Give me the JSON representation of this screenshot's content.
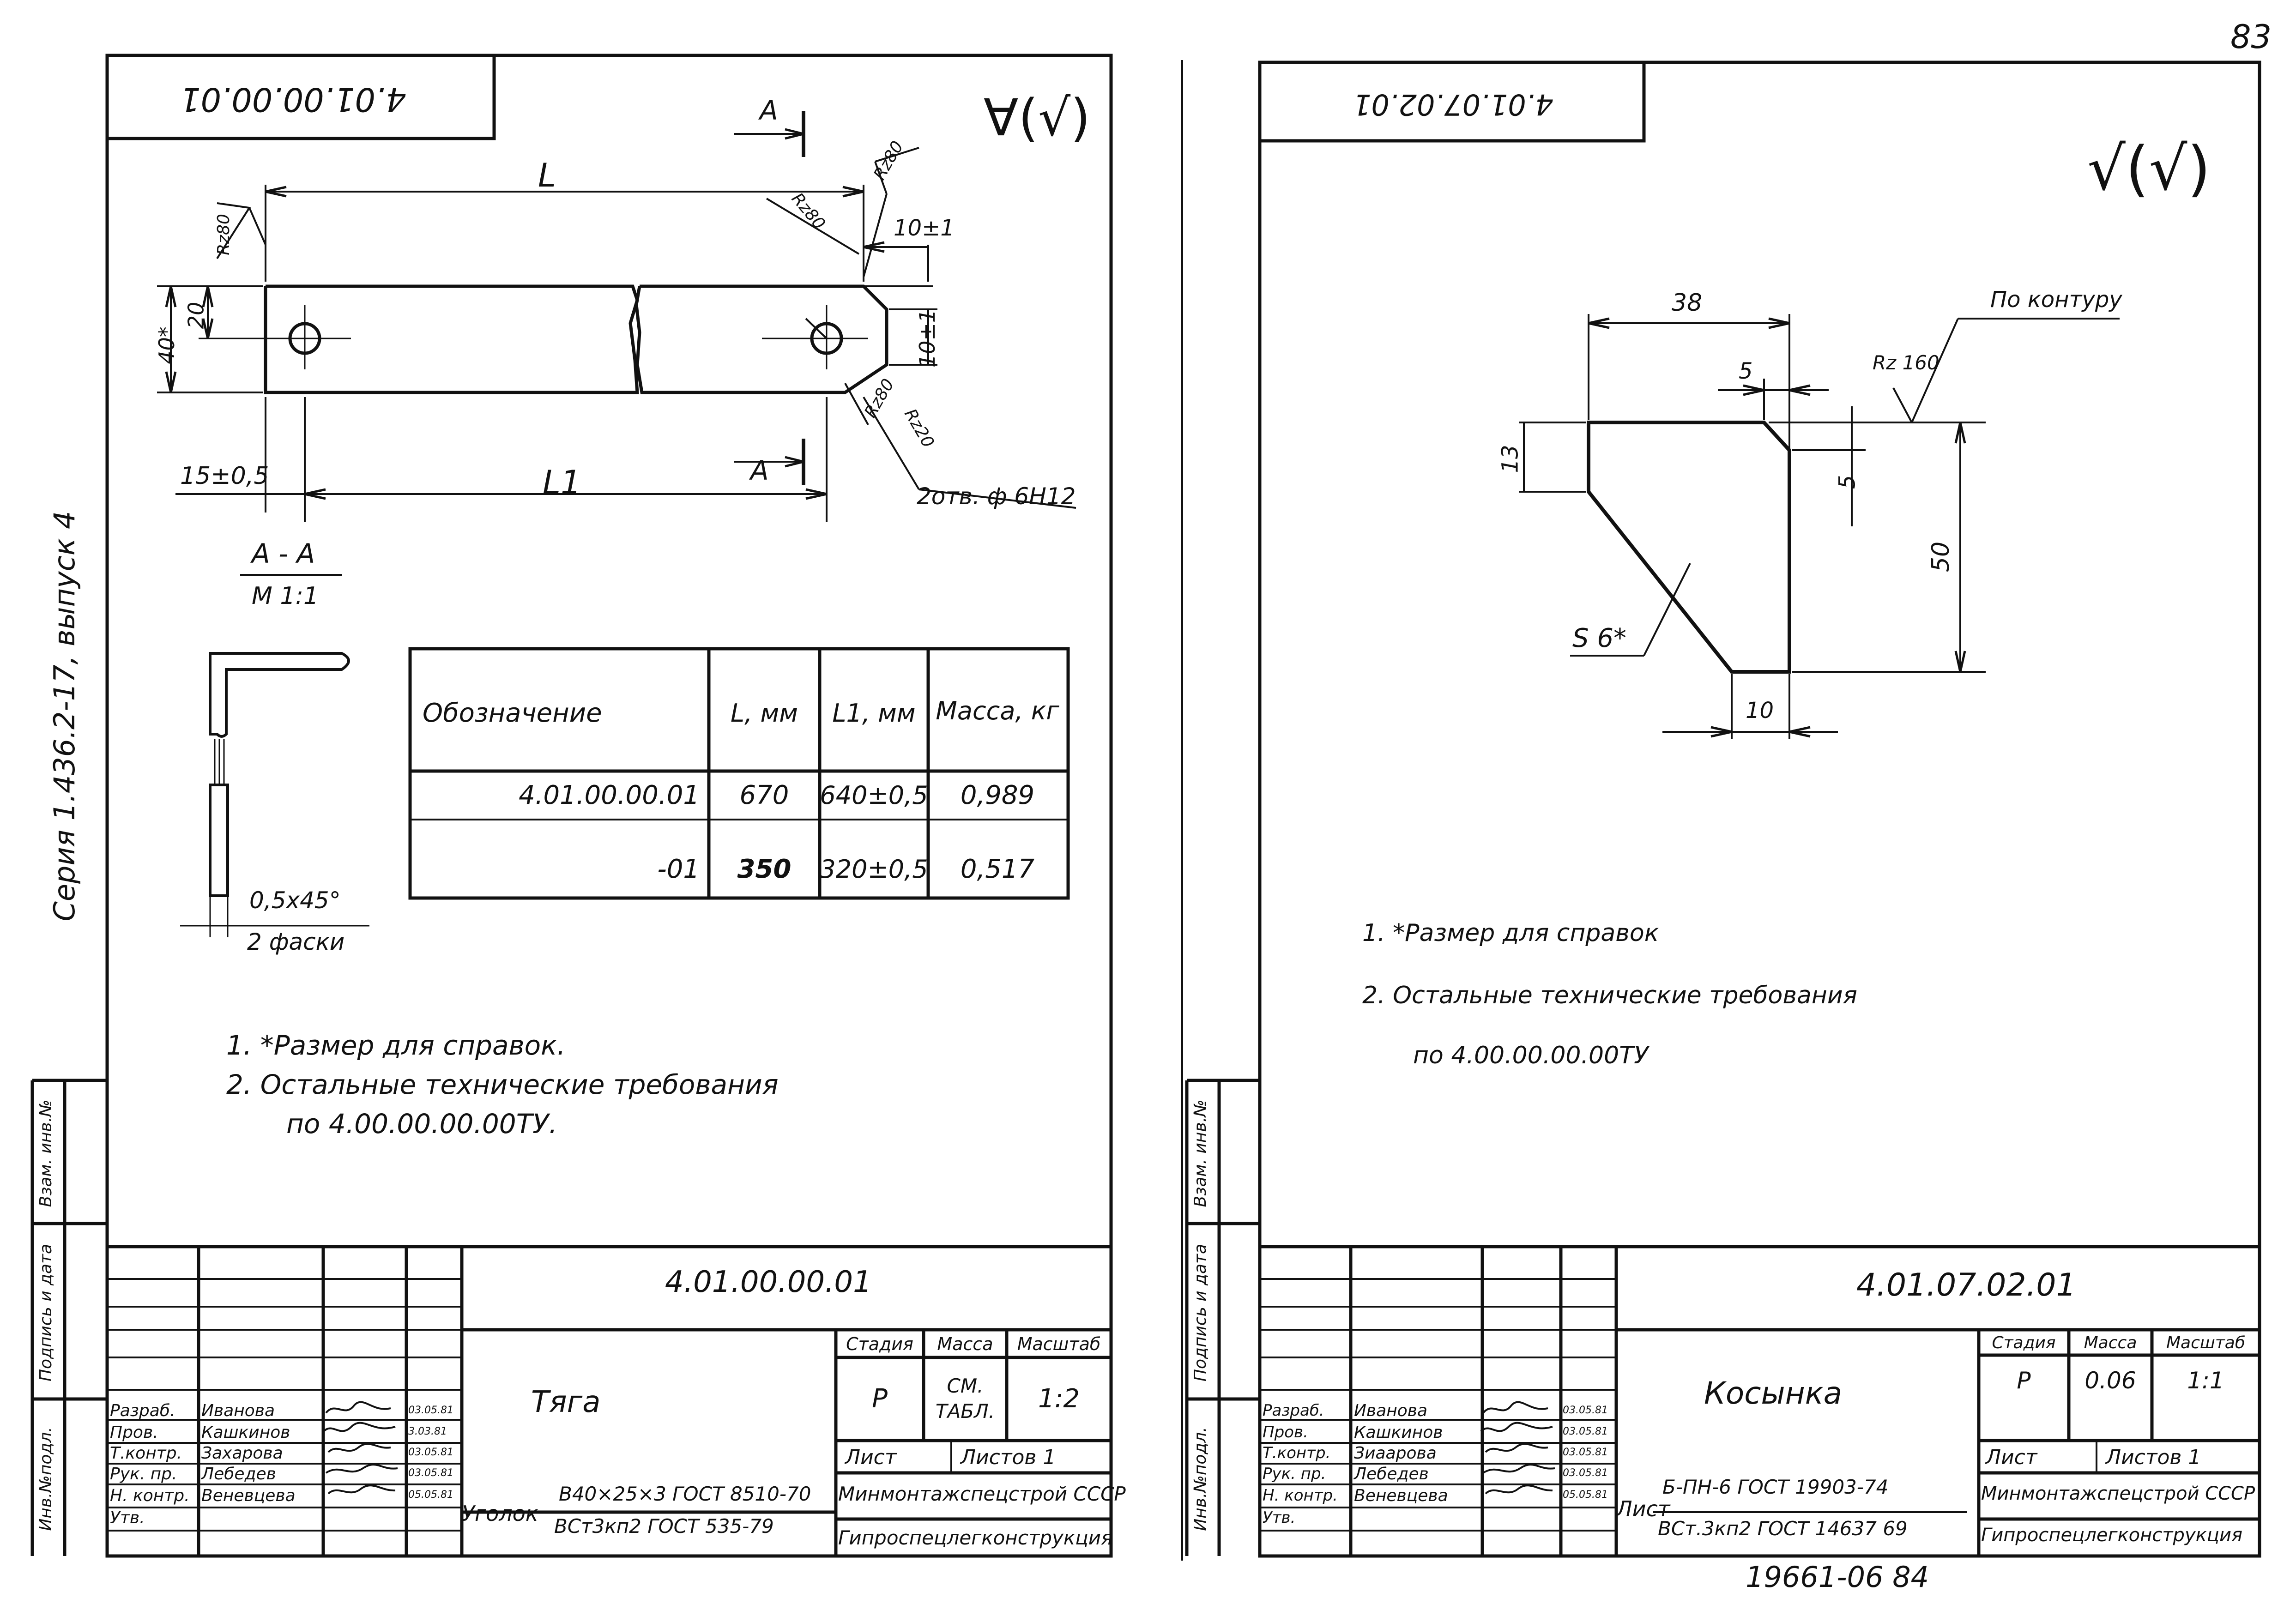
{
  "page_number": "83",
  "series_label": "Серия 1.436.2-17, выпуск 4",
  "bottom_stamp": "19661-06  84",
  "left_sheet": {
    "mirrored_code": "4.01.00.00.01",
    "roughness": "∀(√)",
    "dims": {
      "L": "L",
      "L1": "L1",
      "h40": "40*",
      "h20": "20",
      "d15": "15±0,5",
      "d10a": "10±1",
      "d10b": "10±1",
      "holes": "2отв. ф 6H12",
      "rz1": "Rz80",
      "rz2": "Rz80",
      "rz3": "Rz80",
      "rz4": "Rz80",
      "rz5": "Rz20",
      "cutA1": "A",
      "cutA2": "A"
    },
    "section": {
      "title": "A - A",
      "scale": "M 1:1",
      "chamfer": "0,5x45°",
      "chamfer2": "2 фаски"
    },
    "table": {
      "headers": [
        "Обозначение",
        "L, мм",
        "L1, мм",
        "Масса, кг"
      ],
      "rows": [
        [
          "4.01.00.00.01",
          "670",
          "640±0,5",
          "0,989"
        ],
        [
          "-01",
          "350",
          "320±0,5",
          "0,517"
        ]
      ]
    },
    "notes": [
      "1. *Размер для справок.",
      "2. Остальные технические требования",
      "по  4.00.00.00.00ТУ."
    ],
    "title_block": {
      "code": "4.01.00.00.01",
      "name": "Тяга",
      "stage_h": "Стадия",
      "mass_h": "Масса",
      "scale_h": "Масштаб",
      "stage": "Р",
      "mass": "СМ. ТАБЛ.",
      "scale": "1:2",
      "sheet": "Лист",
      "sheets": "Листов 1",
      "material_label": "Уголок",
      "material1": "В40×25×3 ГОСТ 8510-70",
      "material2": "ВСт3кп2 ГОСТ 535-79",
      "org1": "Минмонтажспецстрой СССР",
      "org2": "Гипроспецлегконструкция",
      "roles": [
        "Разраб.",
        "Пров.",
        "Т.контр.",
        "Рук. пр.",
        "Н. контр.",
        "Утв."
      ],
      "names": [
        "Иванова",
        "Кашкинов",
        "Захарова",
        "Лебедев",
        "Веневцева",
        ""
      ],
      "dates": [
        "03.05.81",
        "3.03.81",
        "03.05.81",
        "03.05.81",
        "05.05.81",
        ""
      ]
    }
  },
  "right_sheet": {
    "mirrored_code": "4.01.07.02.01",
    "roughness": "√(√)",
    "dims": {
      "d38": "38",
      "d5a": "5",
      "d5b": "5",
      "d13": "13",
      "d50": "50",
      "d10": "10",
      "s6": "S 6*",
      "contour": "По контуру",
      "rz": "Rz 160"
    },
    "notes": [
      "1. *Размер для справок",
      "2. Остальные технические требования",
      "по  4.00.00.00.00ТУ"
    ],
    "title_block": {
      "code": "4.01.07.02.01",
      "name": "Косынка",
      "stage_h": "Стадия",
      "mass_h": "Масса",
      "scale_h": "Масштаб",
      "stage": "Р",
      "mass": "0.06",
      "scale": "1:1",
      "sheet": "Лист",
      "sheets": "Листов 1",
      "material_label": "Лист",
      "material1": "Б-ПН-6 ГОСТ 19903-74",
      "material2": "ВСт.3кп2 ГОСТ 14637 69",
      "org1": "Минмонтажспецстрой СССР",
      "org2": "Гипроспецлегконструкция",
      "roles": [
        "Разраб.",
        "Пров.",
        "Т.контр.",
        "Рук. пр.",
        "Н. контр.",
        "Утв."
      ],
      "names": [
        "Иванова",
        "Кашкинов",
        "Зиаарова",
        "Лебедев",
        "Веневцева",
        ""
      ],
      "dates": [
        "03.05.81",
        "03.05.81",
        "03.05.81",
        "03.05.81",
        "05.05.81",
        ""
      ]
    }
  },
  "side_columns": [
    "Инв.№подл.",
    "Подпись и дата",
    "Взам. инв.№"
  ]
}
